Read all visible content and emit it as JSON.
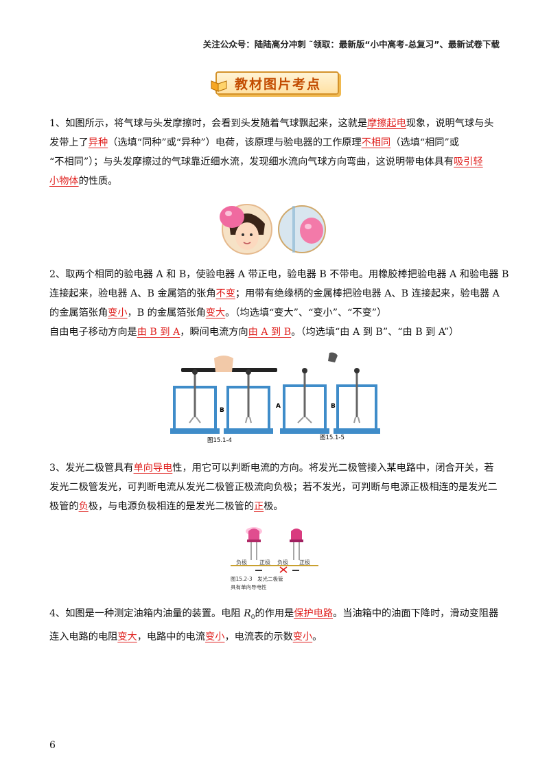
{
  "header_note": "关注公众号：陆陆高分冲刺 ˜领取：最新版“小中高考-总复习”、最新试卷下载",
  "banner_title": "教材图片考点",
  "q1": {
    "l1_a": "1、如图所示，将气球与头发摩擦时，会看到头发随着气球飘起来，这就是",
    "ans1": "摩擦起电",
    "l1_b": "现象，说明气球与头",
    "l2_a": "发带上了",
    "ans2": "异种",
    "l2_b": "（选填“同种”或“异种”）电荷，该原理与验电器的工作原理",
    "ans3": "不相同",
    "l2_c": "（选填“相同”或",
    "l3_a": "“不相同”）；与头发摩擦过的气球靠近细水流，发现细水流向气球方向弯曲，这说明带电体具有",
    "ans4a": "吸引轻",
    "ans4b": "小物体",
    "l4_b": "的性质。"
  },
  "q2": {
    "l1": "2、取两个相同的验电器 A 和 B，使验电器 A 带正电，验电器 B 不带电。用橡胶棒把验电器 A 和验电器 B",
    "l2_a": "连接起来，验电器 A、B 金属箔的张角",
    "ans1": "不变",
    "l2_b": "；用带有绝缘柄的金属棒把验电器 A、B 连接起来，验电器 A",
    "l3_a": "的金属箔张角",
    "ans2": "变小",
    "l3_b": "，B 的金属箔张角",
    "ans3": "变大",
    "l3_c": "。（均选填“变大”、“变小”、“不变”）",
    "l4_a": "自由电子移动方向是",
    "ans4": "由 B 到 A",
    "l4_b": "，瞬间电流方向",
    "ans5": "由 A 到 B",
    "l4_c": "。（均选填“由 A 到 B”、“由 B 到 A”）",
    "fig_left_caption": "图15.1-4",
    "fig_right_caption": "图15.1-5",
    "label_a": "A",
    "label_b": "B"
  },
  "q3": {
    "l1_a": "3、发光二极管具有",
    "ans1": "单向导电",
    "l1_b": "性，用它可以判断电流的方向。将发光二极管接入某电路中，闭合开关，若",
    "l2": "发光二极管发光，可判断电流从发光二极管正极流向负极；若不发光，可判断与电源正极相连的是发光二",
    "l3_a": "极管的",
    "ans2": "负",
    "l3_b": "极，与电源负极相连的是发光二极管的",
    "ans3": "正",
    "l3_c": "极。",
    "fig_neg": "负极",
    "fig_pos": "正极",
    "fig_caption_1": "图15.2-3　发光二极管",
    "fig_caption_2": "具有单向导电性"
  },
  "q4": {
    "l1_a": "4、如图是一种测定油箱内油量的装置。电阻 ",
    "r0": "R",
    "r0_sub": "0",
    "l1_b": "的作用是",
    "ans1": "保护电路",
    "l1_c": "。当油箱中的油面下降时，滑动变阻器",
    "l2_a": "连入电路的电阻",
    "ans2": "变大",
    "l2_b": "，电路中的电流",
    "ans3": "变小",
    "l2_c": "，电流表的示数",
    "ans4": "变小",
    "l2_d": "。"
  },
  "page_number": "6"
}
